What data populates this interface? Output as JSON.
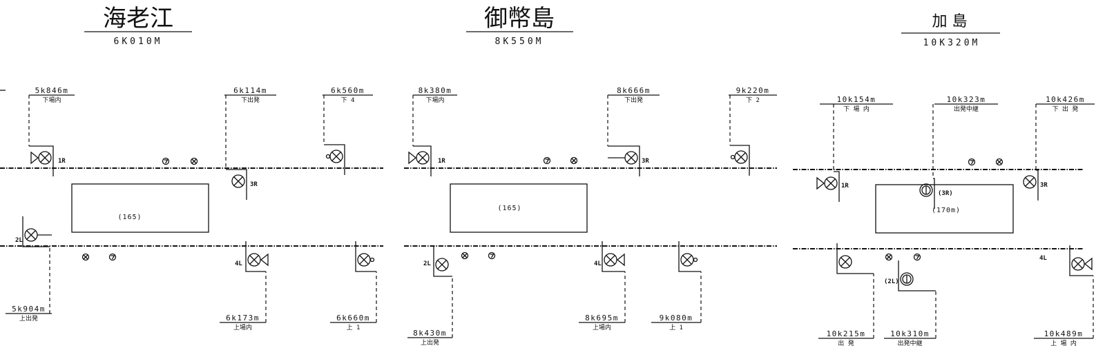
{
  "stations": [
    {
      "name": "海老江",
      "code": "6K010M",
      "platform": "(165)",
      "signals": [
        {
          "km": "5k846m",
          "label": "下場内",
          "id": "1R"
        },
        {
          "km": "6k114m",
          "label": "下出発",
          "id": "3R"
        },
        {
          "km": "6k560m",
          "label": "下 4",
          "id": ""
        },
        {
          "km": "5k904m",
          "label": "上出発",
          "id": "2L"
        },
        {
          "km": "6k173m",
          "label": "上場内",
          "id": "4L"
        },
        {
          "km": "6k660m",
          "label": "上 1",
          "id": ""
        }
      ]
    },
    {
      "name": "御幣島",
      "code": "8K550M",
      "platform": "(165)",
      "signals": [
        {
          "km": "8k380m",
          "label": "下場内",
          "id": "1R"
        },
        {
          "km": "8k666m",
          "label": "下出発",
          "id": "3R"
        },
        {
          "km": "9k220m",
          "label": "下 2",
          "id": ""
        },
        {
          "km": "8k430m",
          "label": "上出発",
          "id": "2L"
        },
        {
          "km": "8k695m",
          "label": "上場内",
          "id": "4L"
        },
        {
          "km": "9k080m",
          "label": "上 1",
          "id": ""
        }
      ]
    },
    {
      "name": "加 島",
      "code": "10K320M",
      "platform": "(170m)",
      "signals": [
        {
          "km": "10k154m",
          "label": "下 場 内",
          "id": "1R"
        },
        {
          "km": "10k323m",
          "label": "出発中継",
          "id": "(3R)"
        },
        {
          "km": "10k426m",
          "label": "下 出 発",
          "id": "3R"
        },
        {
          "km": "10k215m",
          "label": "出 発",
          "id": ""
        },
        {
          "km": "10k310m",
          "label": "出発中継",
          "id": "(2L)"
        },
        {
          "km": "10k489m",
          "label": "上 場 内",
          "id": "4L"
        }
      ]
    }
  ],
  "colors": {
    "ink": "#111111",
    "paper": "#ffffff"
  }
}
